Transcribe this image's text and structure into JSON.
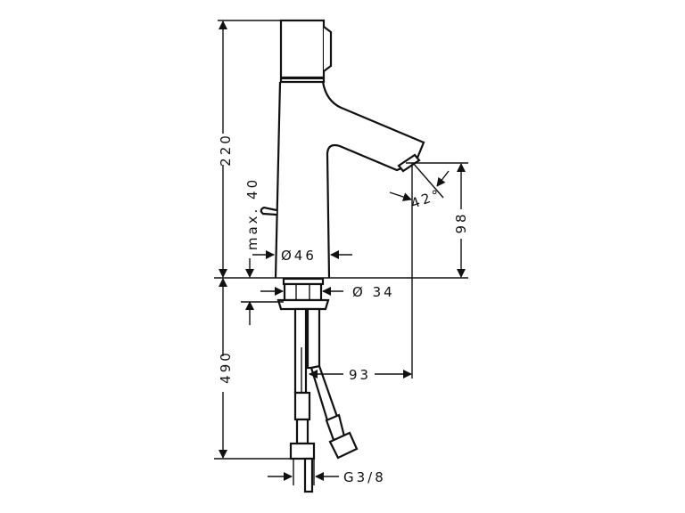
{
  "dimensions": {
    "total_height": "220",
    "spout_height": "98",
    "spout_angle": "42°",
    "max_deck": "max. 40",
    "body_diameter": "Ø46",
    "shank_diameter": "Ø 34",
    "hose_length": "490",
    "spout_reach": "93",
    "connection": "G3/8"
  },
  "colors": {
    "line": "#111111",
    "background": "#ffffff"
  }
}
